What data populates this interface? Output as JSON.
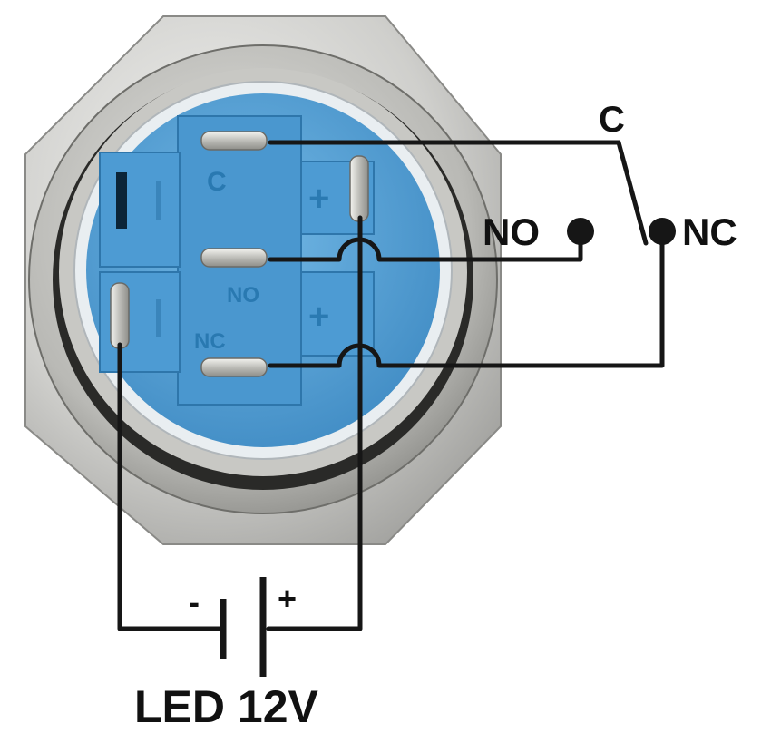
{
  "labels": {
    "common": "C",
    "normally_open": "NO",
    "normally_closed": "NC",
    "minus": "-",
    "plus": "+",
    "led_supply": "LED 12V"
  },
  "embossed": {
    "c": "C",
    "no": "NO",
    "nc": "NC",
    "plus_top": "+",
    "plus_bottom": "+"
  },
  "colors": {
    "housing_blue": "#5ba6d9",
    "housing_blue_dark": "#3b87c0",
    "metal_bezel": "#cfcfcd",
    "metal_dark": "#8d8d8a",
    "wire": "#161616",
    "pin_metal": "#d9d9d4"
  }
}
